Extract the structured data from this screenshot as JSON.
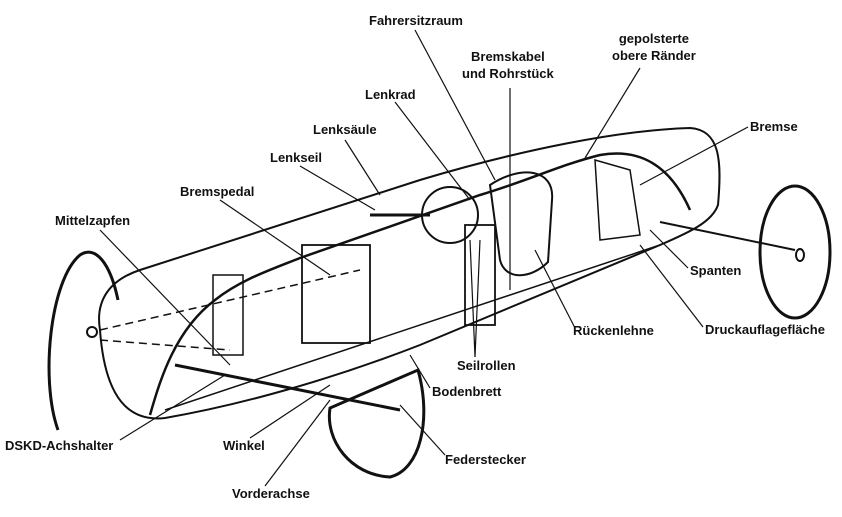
{
  "labels": {
    "fahrersitzraum": "Fahrersitzraum",
    "bremskabel_1": "Bremskabel",
    "bremskabel_2": "und Rohrstück",
    "gepolsterte_1": "gepolsterte",
    "gepolsterte_2": "obere Ränder",
    "lenkrad": "Lenkrad",
    "bremse": "Bremse",
    "lenksaeule": "Lenksäule",
    "lenkseil": "Lenkseil",
    "bremspedal": "Bremspedal",
    "mittelzapfen": "Mittelzapfen",
    "spanten": "Spanten",
    "druckauflageflaeche": "Druckauflagefläche",
    "rueckenlehne": "Rückenlehne",
    "seilrollen": "Seilrollen",
    "bodenbrett": "Bodenbrett",
    "dskd_achshalter": "DSKD-Achshalter",
    "winkel": "Winkel",
    "federstecker": "Federstecker",
    "vorderachse": "Vorderachse"
  }
}
